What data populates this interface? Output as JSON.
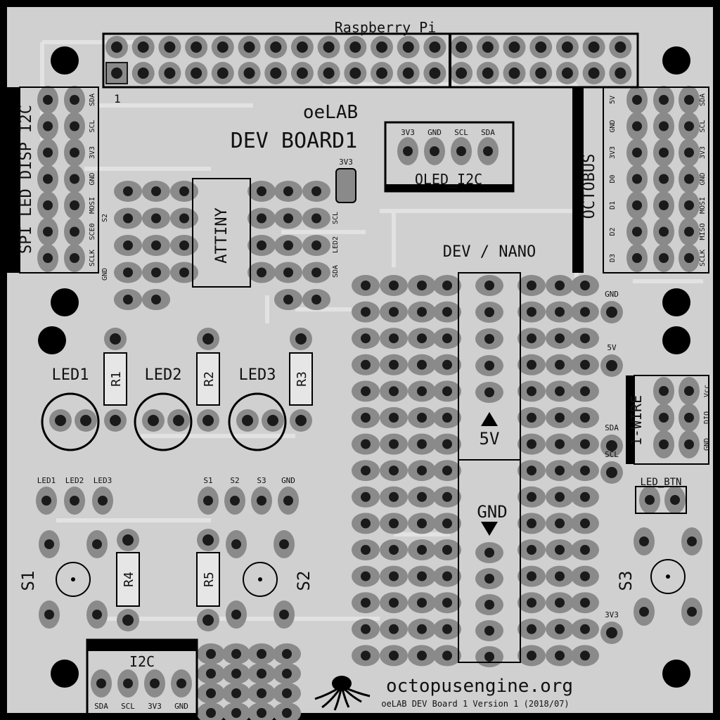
{
  "board": {
    "header_label": "Raspberry Pi",
    "pin1_label": "1",
    "title_line1": "oeLAB",
    "title_line2": "DEV BOARD1",
    "footer_url": "octopusengine.org",
    "footer_version": "oeLAB DEV Board 1    Version 1 (2018/07)"
  },
  "blocks": {
    "spi_led_disp": "SPI LED DISP I2C",
    "spi_pins": [
      "SDA",
      "SCL",
      "3V3",
      "GND",
      "MOSI",
      "SCE0",
      "SCLK"
    ],
    "oled_title": "OLED_I2C",
    "oled_pins": [
      "3V3",
      "GND",
      "SCL",
      "SDA"
    ],
    "jumper_3v3": "3V3",
    "attiny": "ATTINY",
    "attiny_left": [
      "S2",
      "GND"
    ],
    "attiny_right": [
      "SCL",
      "LED2",
      "SDA"
    ],
    "dev_nano": "DEV / NANO",
    "label_5v": "5V",
    "label_gnd": "GND",
    "octobus": "OCTOBUS",
    "octobus_left": [
      "5V",
      "GND",
      "3V3",
      "D0",
      "D1",
      "D2",
      "D3"
    ],
    "octobus_right": [
      "SDA",
      "SCL",
      "3V3",
      "GND",
      "MOSI",
      "MISO",
      "SCLK"
    ],
    "side_pads": [
      "GND",
      "5V",
      "SDA",
      "SCL",
      "3V3"
    ],
    "one_wire": "1-WIRE",
    "one_wire_pins": [
      "Vcc",
      "DIO",
      "GND"
    ],
    "led_btn": "LED_BTN",
    "leds": [
      "LED1",
      "LED2",
      "LED3"
    ],
    "resistors": [
      "R1",
      "R2",
      "R3",
      "R4",
      "R5"
    ],
    "led_hdr": [
      "LED1",
      "LED2",
      "LED3"
    ],
    "sw_hdr": [
      "S1",
      "S2",
      "S3",
      "GND"
    ],
    "switches": [
      "S1",
      "S2",
      "S3"
    ],
    "i2c_title": "I2C",
    "i2c_pins": [
      "SDA",
      "SCL",
      "3V3",
      "GND"
    ]
  },
  "colors": {
    "board": "#d0d0d0",
    "trace": "#e2e2e2",
    "pad": "#8a8a8a",
    "hole": "#1a1a1a",
    "silk": "#111111",
    "edge": "#000000"
  }
}
